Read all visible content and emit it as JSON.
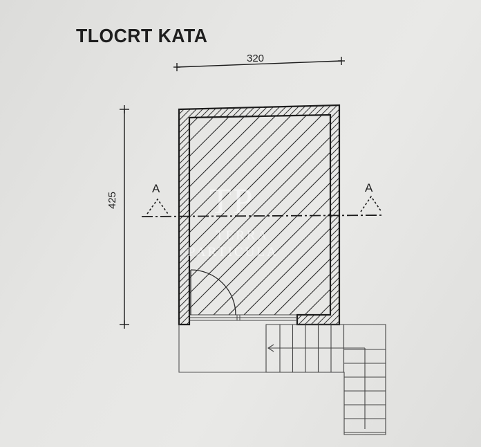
{
  "drawing": {
    "title": "TLOCRT KATA",
    "width_dimension": "320",
    "height_dimension": "425",
    "section_marker_left": "A",
    "section_marker_right": "A"
  },
  "watermark": {
    "monogram": "TP",
    "line1": "TERRA",
    "line2": "PARTICULA"
  },
  "colors": {
    "line": "#1c1c1c",
    "paper": "#e4e4e2"
  }
}
